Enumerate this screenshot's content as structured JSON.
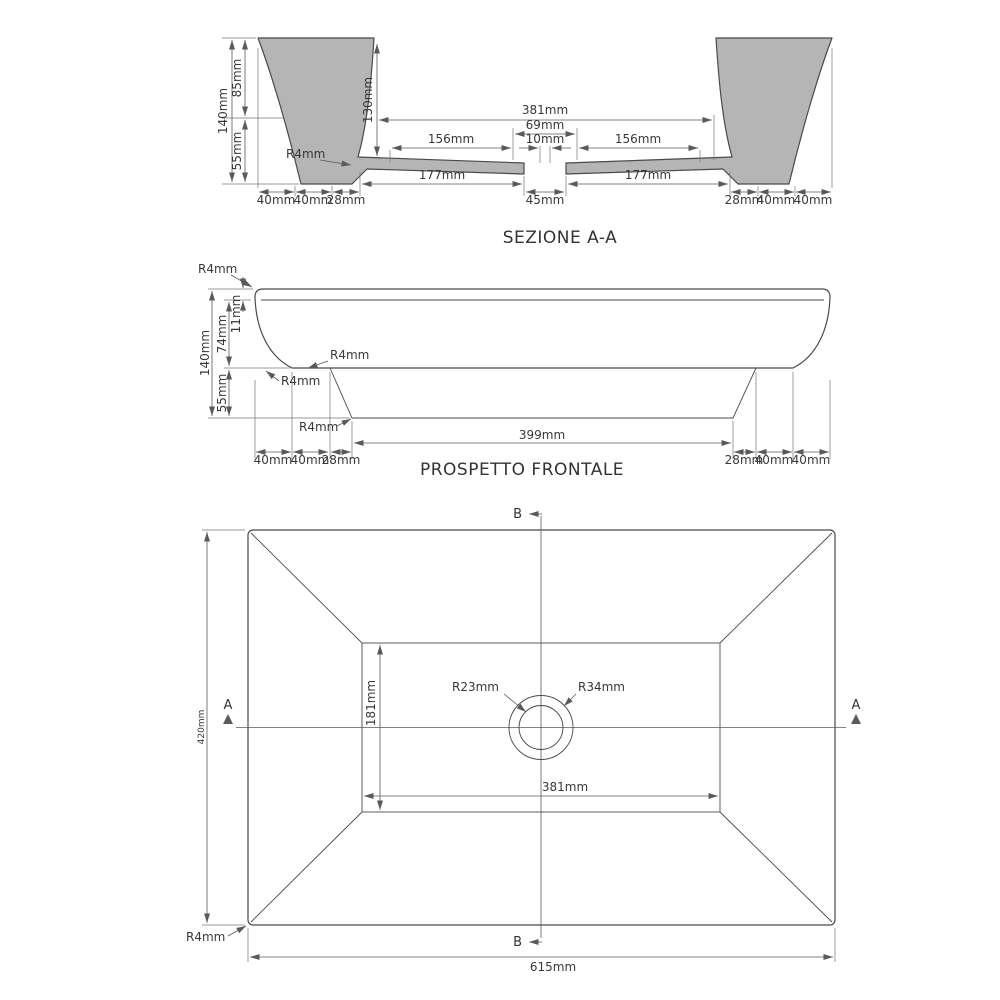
{
  "sheet": {
    "background": "#ffffff",
    "line_color": "#4a4a4a",
    "dim_color": "#5a5a5a",
    "wall_fill": "#b5b5b5"
  },
  "section_aa": {
    "title": "SEZIONE A-A",
    "dim_140": "140mm",
    "dim_85": "85mm",
    "dim_55": "55mm",
    "dim_130": "130mm",
    "dim_381": "381mm",
    "dim_69": "69mm",
    "dim_10": "10mm",
    "dim_156_left": "156mm",
    "dim_156_right": "156mm",
    "dim_177_left": "177mm",
    "dim_177_right": "177mm",
    "dim_45": "45mm",
    "radius_fillet": "R4mm",
    "chain_left": [
      "40mm",
      "40mm",
      "28mm"
    ],
    "chain_right": [
      "28mm",
      "40mm",
      "40mm"
    ]
  },
  "front": {
    "title": "PROSPETTO FRONTALE",
    "dim_11": "11mm",
    "dim_74": "74mm",
    "dim_140": "140mm",
    "dim_55": "55mm",
    "dim_399": "399mm",
    "radius_top": "R4mm",
    "radius_mid": "R4mm",
    "radius_low": "R4mm",
    "radius_bottom": "R4mm",
    "chain_left": [
      "40mm",
      "40mm",
      "28mm"
    ],
    "chain_right": [
      "28mm",
      "40mm",
      "40mm"
    ]
  },
  "plan": {
    "dim_420": "420mm",
    "dim_181": "181mm",
    "dim_381": "381mm",
    "dim_615": "615mm",
    "radius_inner": "R23mm",
    "radius_outer": "R34mm",
    "radius_corner": "R4mm",
    "section_a": "A",
    "section_b": "B"
  }
}
